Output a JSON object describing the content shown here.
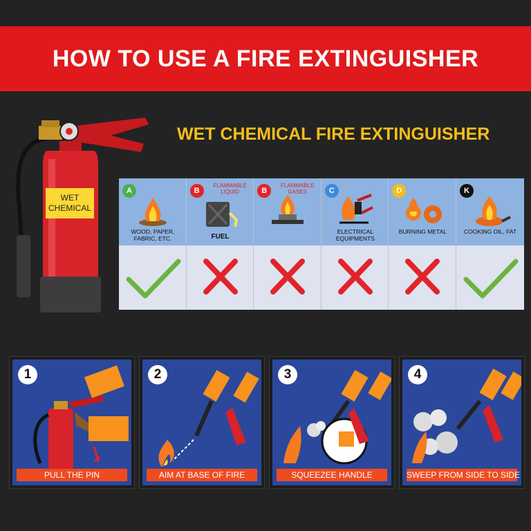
{
  "banner": {
    "title": "HOW TO USE A FIRE EXTINGUISHER"
  },
  "subtitle": "WET CHEMICAL FIRE EXTINGUISHER",
  "extinguisher": {
    "label_line1": "WET",
    "label_line2": "CHEMICAL"
  },
  "classes": [
    {
      "letter": "A",
      "badge_color": "#4caf50",
      "sub": "",
      "name": "WOOD, PAPER, FABRIC, ETC.",
      "bold": false,
      "suitable": true,
      "icon": "campfire-icon"
    },
    {
      "letter": "B",
      "badge_color": "#e2242a",
      "sub": "FLAMMABLE LIQUID",
      "name": "FUEL",
      "bold": true,
      "suitable": false,
      "icon": "fuel-can-icon"
    },
    {
      "letter": "B",
      "badge_color": "#e2242a",
      "sub": "FLAMMABLE GASES",
      "name": "",
      "bold": false,
      "suitable": false,
      "icon": "gas-burner-icon"
    },
    {
      "letter": "C",
      "badge_color": "#3b8bd9",
      "sub": "",
      "name": "ELECTRICAL EQUIPMENTS",
      "bold": false,
      "suitable": false,
      "icon": "electric-plug-icon"
    },
    {
      "letter": "D",
      "badge_color": "#f6be1a",
      "sub": "",
      "name": "BURNING METAL",
      "bold": false,
      "suitable": false,
      "icon": "burning-gear-icon"
    },
    {
      "letter": "K",
      "badge_color": "#111111",
      "sub": "",
      "name": "COOKING OIL, FAT",
      "bold": false,
      "suitable": true,
      "icon": "frying-pan-icon"
    }
  ],
  "steps": [
    {
      "number": "1",
      "label": "PULL THE PIN",
      "icon": "pull-pin-icon"
    },
    {
      "number": "2",
      "label": "AIM AT BASE OF FIRE",
      "icon": "aim-nozzle-icon"
    },
    {
      "number": "3",
      "label": "SQUEEZEE HANDLE",
      "icon": "squeeze-handle-icon"
    },
    {
      "number": "4",
      "label": "SWEEP FROM SIDE TO SIDE",
      "icon": "sweep-spray-icon"
    }
  ],
  "colors": {
    "red": "#e01a1c",
    "yellow": "#f6be1a",
    "check": "#6cb33f",
    "cross": "#e2242a",
    "step_bg": "#2b489c",
    "step_bar": "#ef4b1f"
  }
}
